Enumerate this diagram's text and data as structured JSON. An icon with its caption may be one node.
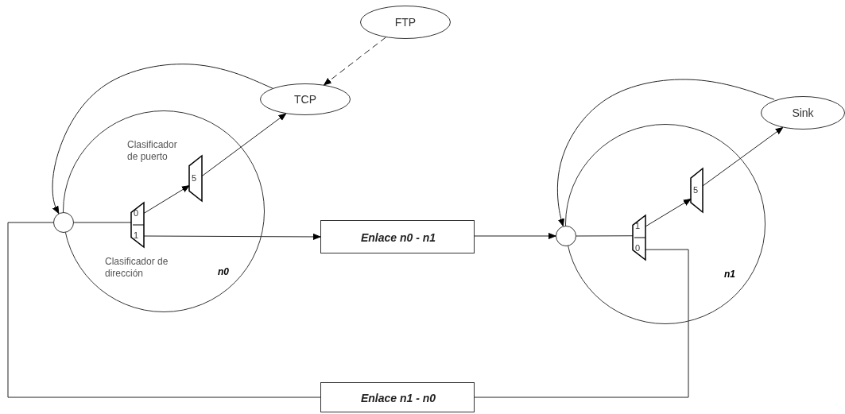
{
  "diagram": {
    "nodes": [
      {
        "text": [
          "FTP"
        ]
      },
      {
        "text": [
          "TCP"
        ]
      },
      {
        "text": [
          "n0"
        ]
      },
      {
        "text": [],
        "shape": "circle",
        "in": 2
      },
      {
        "text": [
          "0",
          "1"
        ],
        "in": 2,
        "beside": [
          "Clasificador de dirección"
        ]
      },
      {
        "text": [
          "5"
        ],
        "in": 2,
        "beside": [
          "Clasificador de puerto"
        ]
      },
      {
        "text": [
          "Enlace n0 - n1"
        ]
      },
      {
        "text": [
          "Sink"
        ]
      },
      {
        "text": [
          "n1"
        ]
      },
      {
        "text": [],
        "shape": "circle",
        "in": 8
      },
      {
        "text": [
          "1",
          "0"
        ],
        "in": 8
      },
      {
        "text": [
          "5"
        ],
        "in": 8
      },
      {
        "text": [
          "Enlace n1 - n0"
        ]
      }
    ],
    "edges": [
      {
        "from": 0,
        "to": 1,
        "arrow": "to",
        "style": "dashed"
      },
      {
        "from": 1,
        "to": 3,
        "arrow": "to"
      },
      {
        "from": 3,
        "to": 4,
        "arrow": "none"
      },
      {
        "from": 4,
        "to": 5,
        "arrow": "to"
      },
      {
        "from": 5,
        "to": 1,
        "arrow": "to"
      },
      {
        "from": 4,
        "to": 6,
        "arrow": "to"
      },
      {
        "from": 6,
        "to": 9,
        "arrow": "to"
      },
      {
        "from": 7,
        "to": 9,
        "arrow": "to"
      },
      {
        "from": 9,
        "to": 10,
        "arrow": "none"
      },
      {
        "from": 10,
        "to": 11,
        "arrow": "to"
      },
      {
        "from": 11,
        "to": 7,
        "arrow": "to"
      },
      {
        "from": 10,
        "to": 12,
        "arrow": "none"
      },
      {
        "from": 12,
        "to": 3,
        "arrow": "none"
      }
    ]
  }
}
